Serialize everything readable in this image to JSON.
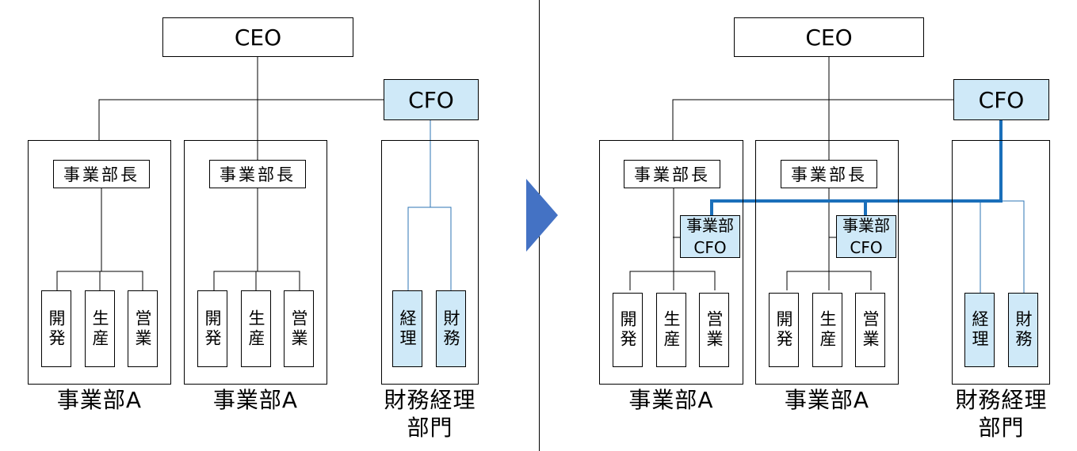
{
  "labels": {
    "ceo": "CEO",
    "cfo": "CFO",
    "division_head": "事業部長",
    "division_cfo": [
      "事業部",
      "CFO"
    ],
    "dev": "開発",
    "production": "生産",
    "sales": "営業",
    "accounting": "経理",
    "finance": "財務",
    "division_a": "事業部A",
    "finance_dept": [
      "財務経理",
      "部門"
    ]
  },
  "colors": {
    "highlight_fill": "#cfe9f8",
    "thin_blue_line": "#2e75b6",
    "thick_blue_line": "#1a6fba",
    "arrow": "#4472c4"
  }
}
